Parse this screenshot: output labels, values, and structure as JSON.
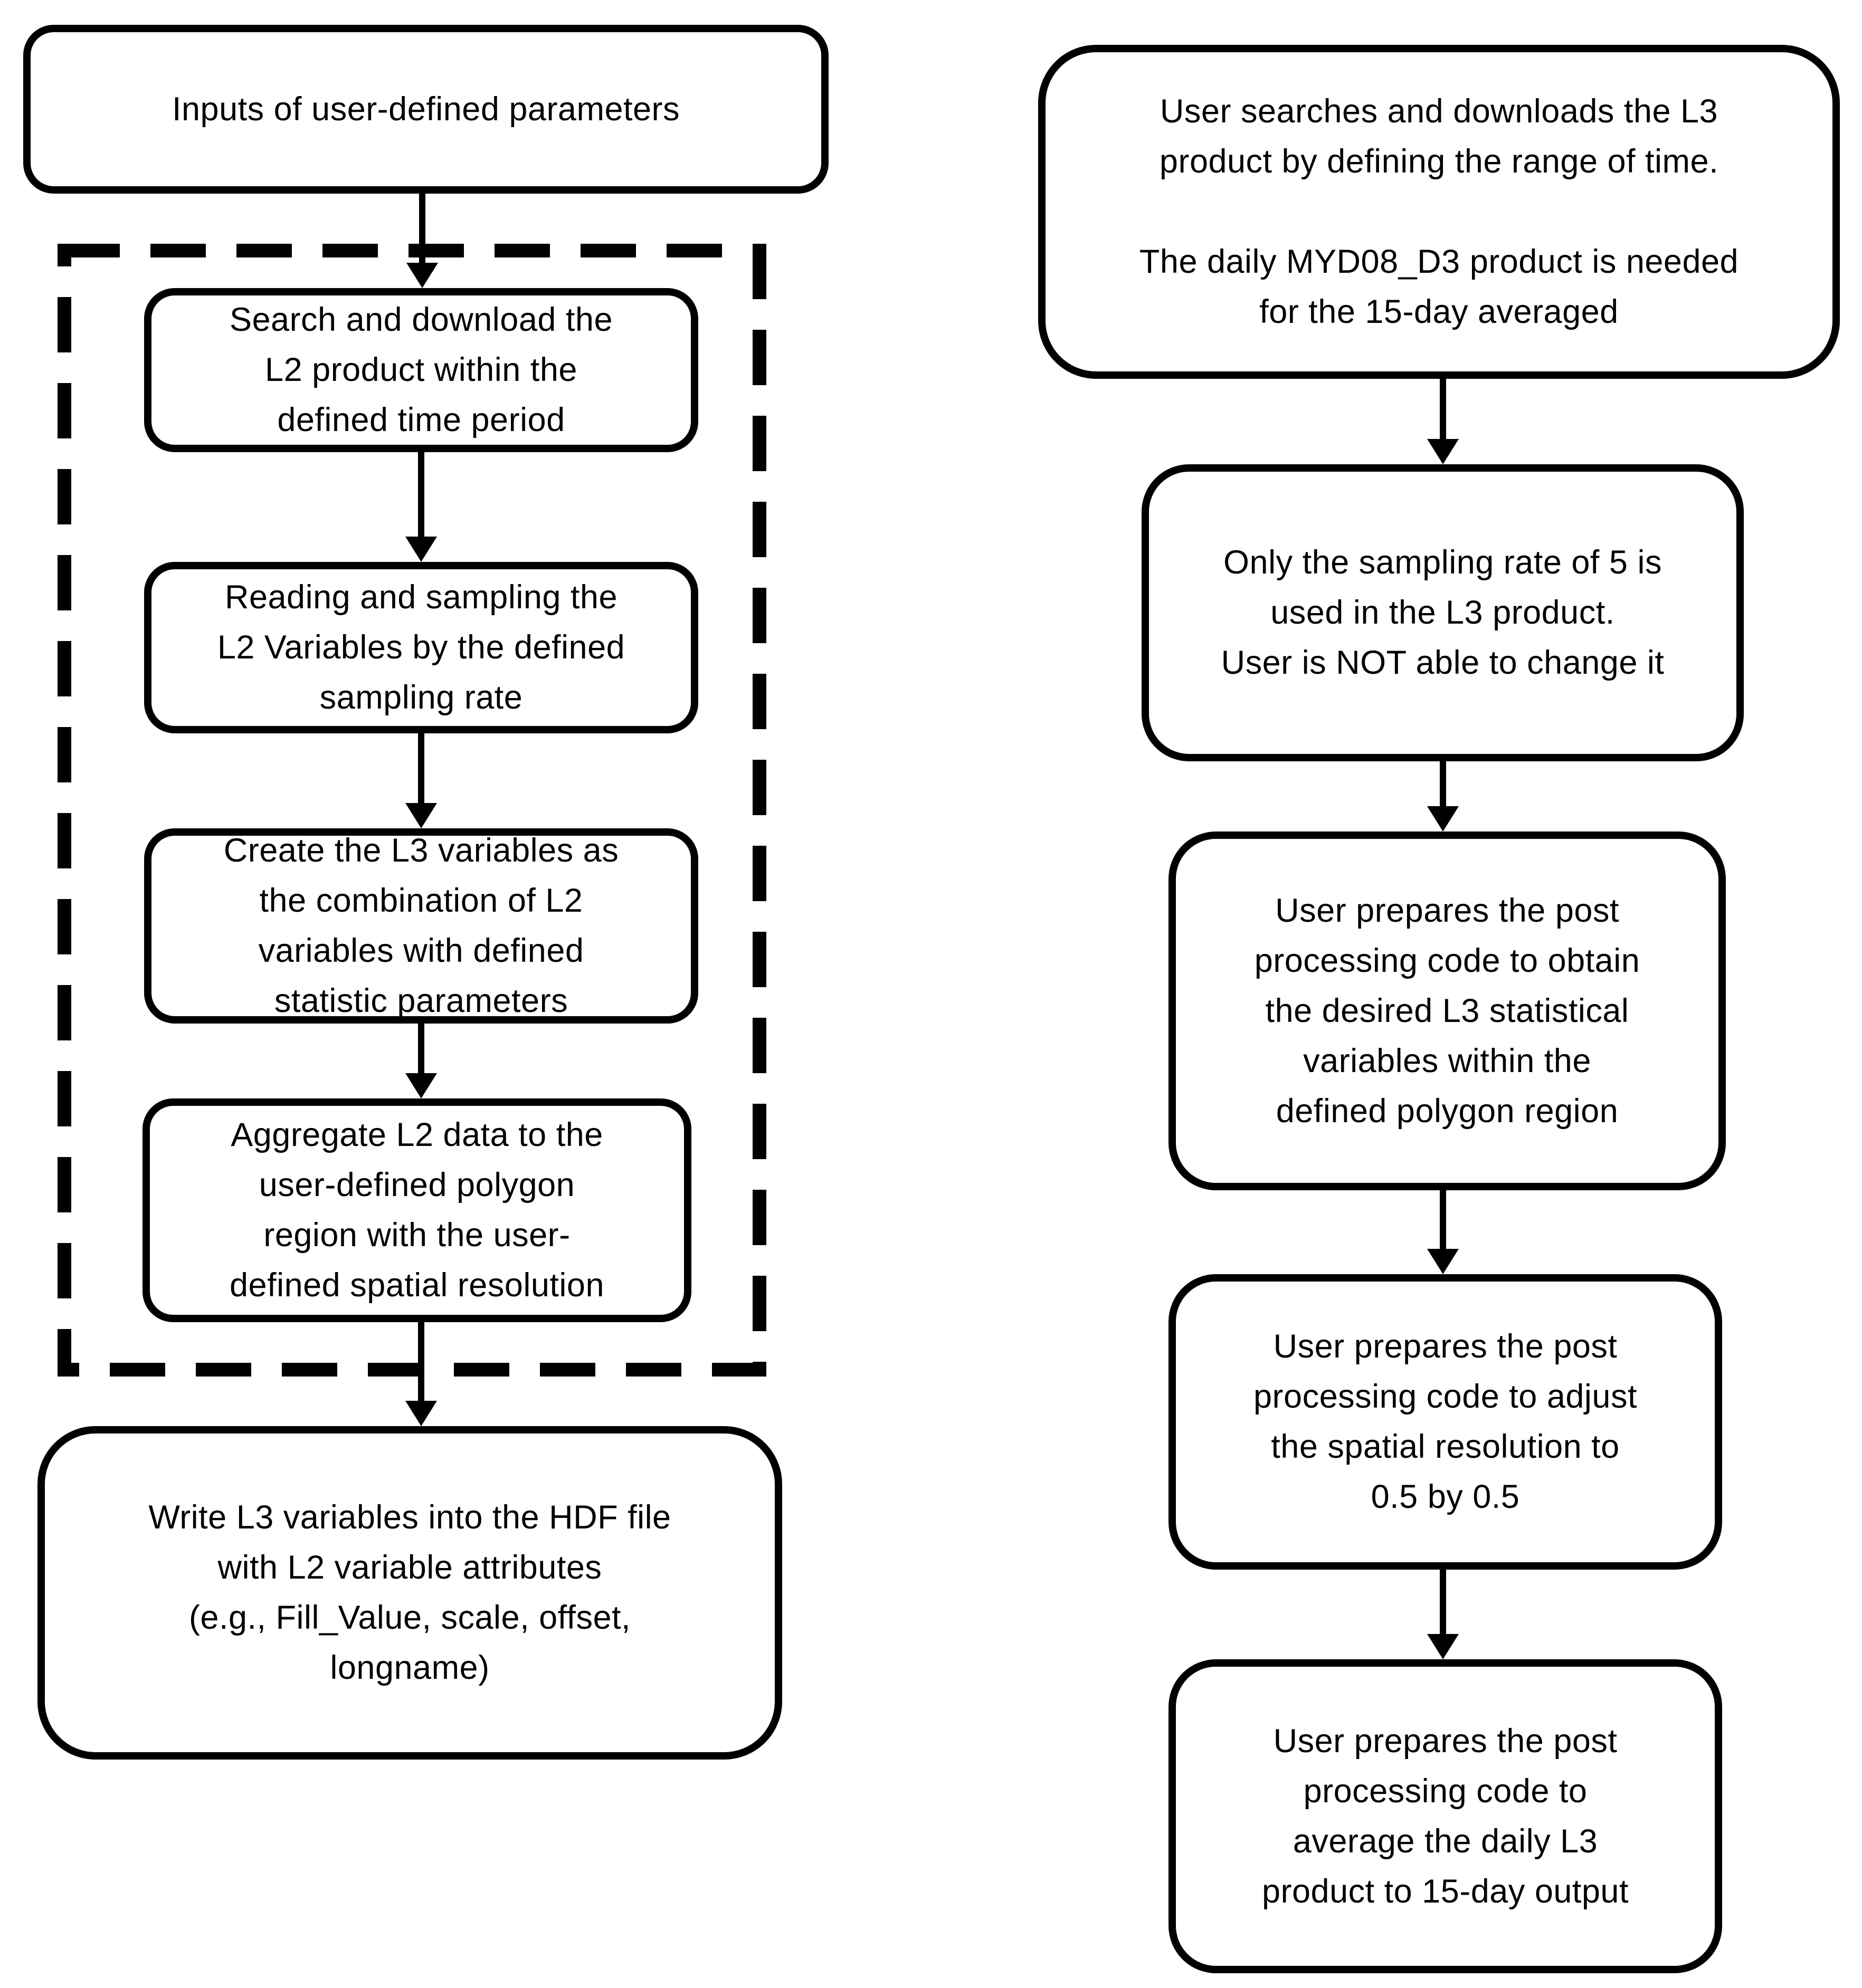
{
  "page": {
    "background": "#ffffff",
    "line_color": "#000000",
    "box_fill": "#ffffff"
  },
  "left_flow": {
    "inputs": "Inputs of user-defined parameters",
    "steps": [
      "Search and download the\nL2 product within the\ndefined time period",
      "Reading and sampling the\nL2 Variables by the defined\nsampling rate",
      "Create the L3 variables as\nthe combination of L2\nvariables with defined\nstatistic parameters",
      "Aggregate L2 data to the\nuser-defined polygon\nregion with the user-\ndefined spatial resolution"
    ],
    "output": "Write L3 variables into the HDF file\nwith L2 variable attributes\n(e.g., Fill_Value, scale, offset,\nlongname)"
  },
  "right_flow": {
    "steps": [
      "User searches and downloads the L3\nproduct by defining the range of time.\n\nThe daily MYD08_D3 product is needed\nfor the 15-day averaged",
      "Only the sampling rate of 5 is\nused in the L3 product.\nUser is NOT able to change it",
      "User prepares the post\nprocessing code to obtain\nthe desired L3 statistical\nvariables within the\ndefined polygon region",
      "User prepares the post\nprocessing code to adjust\nthe spatial resolution to\n0.5 by 0.5",
      "User prepares the post\nprocessing code to\naverage the daily L3\nproduct to 15-day output"
    ]
  }
}
